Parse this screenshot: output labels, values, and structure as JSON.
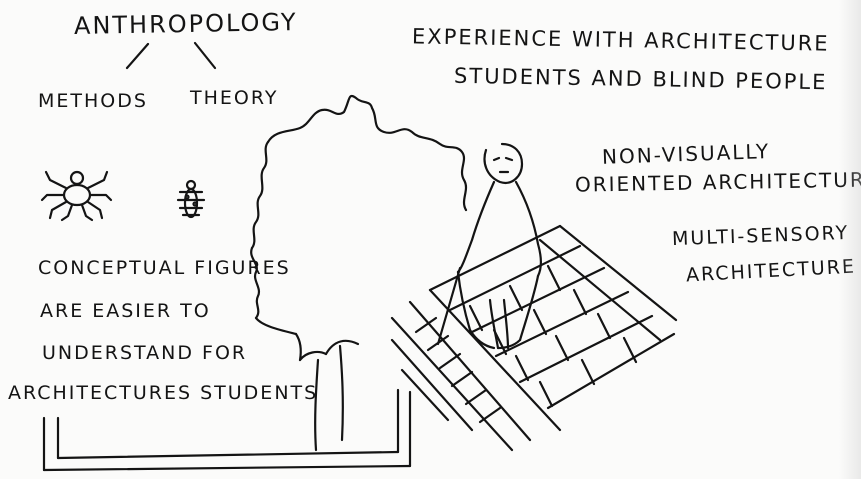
{
  "heading": "ANTHROPOLOGY",
  "branches": {
    "left": "METHODS",
    "right": "THEORY"
  },
  "experience": {
    "line1": "EXPERIENCE WITH ARCHITECTURE",
    "line2": "STUDENTS AND BLIND PEOPLE"
  },
  "non_visual": {
    "line1": "NON-VISUALLY",
    "line2": "ORIENTED ARCHITECTURE"
  },
  "multi_sensory": {
    "line1": "MULTI-SENSORY",
    "line2": "ARCHITECTURE"
  },
  "conceptual": {
    "line1": "CONCEPTUAL FIGURES",
    "line2": "ARE EASIER TO",
    "line3": "UNDERSTAND FOR",
    "line4": "ARCHITECTURES STUDENTS"
  },
  "ink_color": "#141414",
  "paper_color": "#fbfbfa",
  "icons": [
    "spider-icon",
    "small-bug-icon",
    "tree-sketch",
    "blind-figure-sketch",
    "brick-path-sketch",
    "ground-platform-sketch"
  ]
}
